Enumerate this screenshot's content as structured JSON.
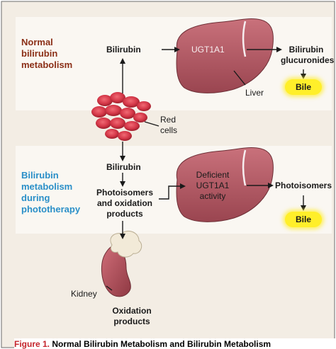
{
  "normal_section": {
    "title_lines": [
      "Normal",
      "bilirubin",
      "metabolism"
    ],
    "bilirubin": "Bilirubin",
    "enzyme": "UGT1A1",
    "liver": "Liver",
    "product_lines": [
      "Bilirubin",
      "glucuronides"
    ],
    "bile": "Bile"
  },
  "red_cells": {
    "label_lines": [
      "Red",
      "cells"
    ]
  },
  "phototherapy_section": {
    "title_lines": [
      "Bilirubin",
      "metabolism",
      "during",
      "phototherapy"
    ],
    "bilirubin": "Bilirubin",
    "photo_lines": [
      "Photoisomers",
      "and oxidation",
      "products"
    ],
    "enzyme_lines": [
      "Deficient",
      "UGT1A1",
      "activity"
    ],
    "product": "Photoisomers",
    "bile": "Bile"
  },
  "kidney": {
    "label": "Kidney",
    "product_lines": [
      "Oxidation",
      "products"
    ]
  },
  "caption": {
    "figure_label": "Figure 1.",
    "text": "Normal Bilirubin Metabolism and Bilirubin Metabolism"
  },
  "colors": {
    "normal_title": "#8b2f17",
    "phototherapy_title": "#2a8fc8",
    "liver": "#b35a64",
    "red_cells": "#d6394a",
    "bile_highlight": "#ffef2a",
    "figure_label": "#c4242b"
  }
}
